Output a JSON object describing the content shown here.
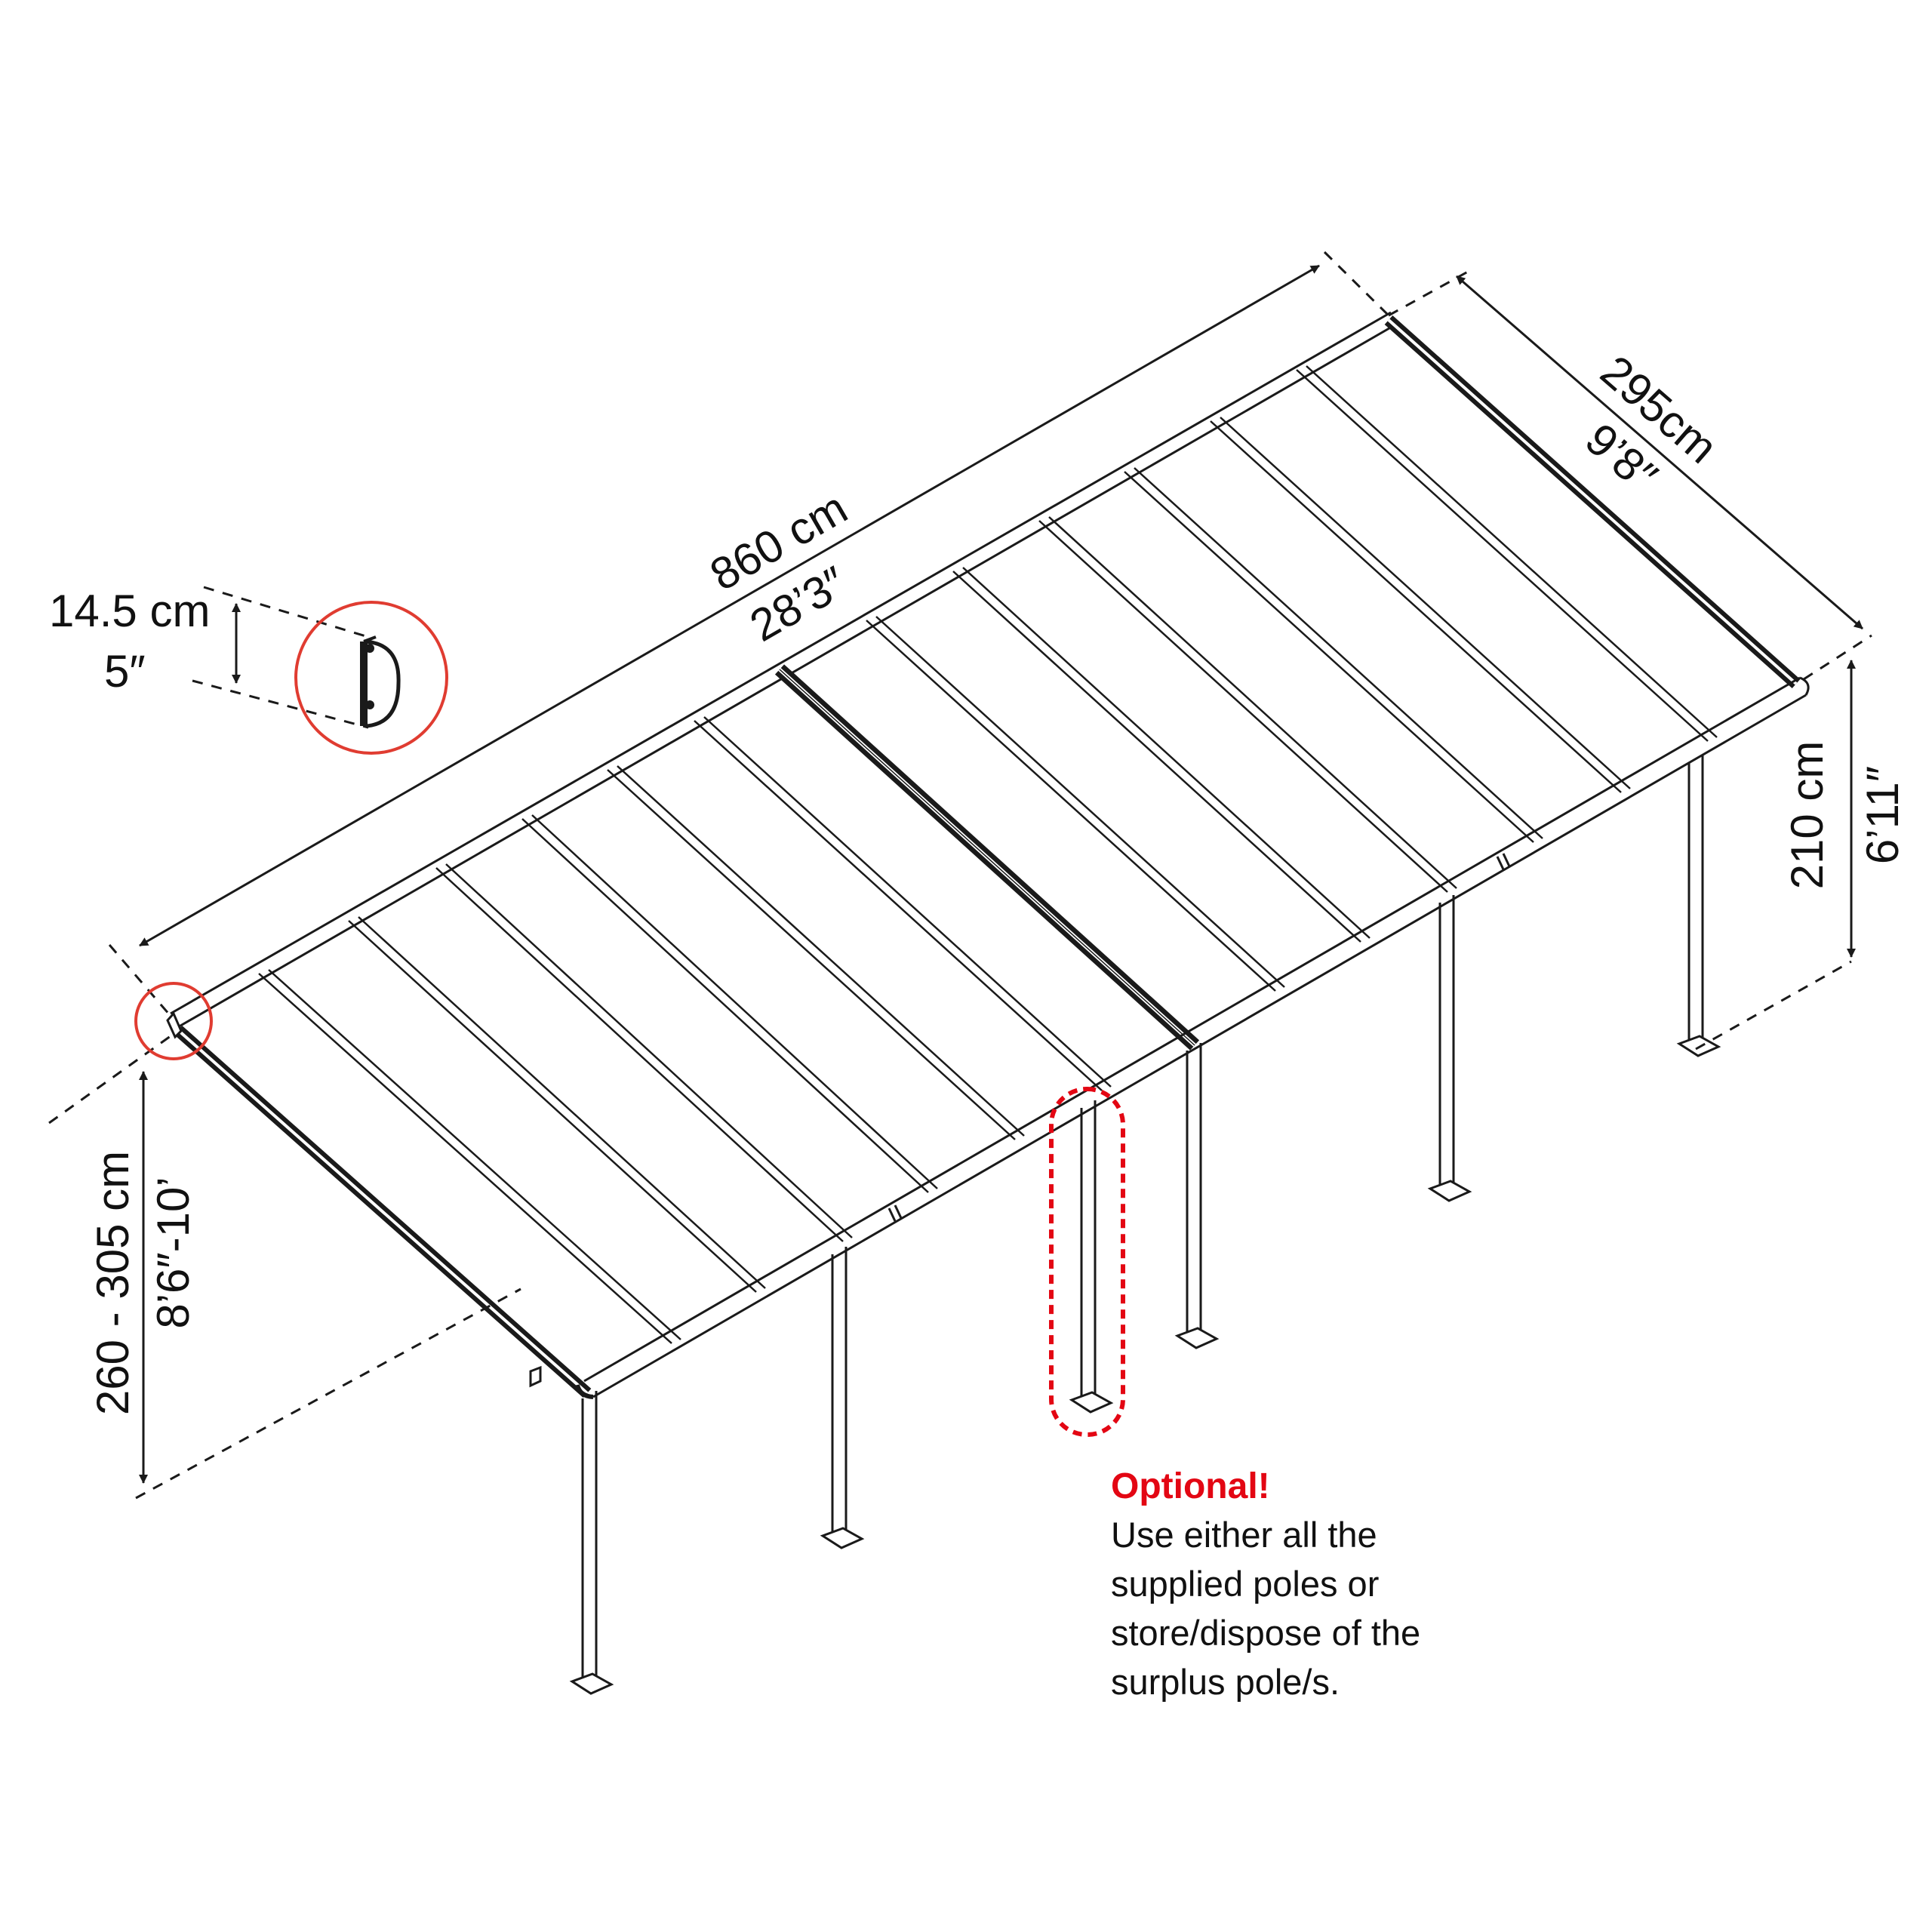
{
  "dimensions": {
    "length_cm": "860 cm",
    "length_ft": "28’3″",
    "width_cm": "295cm",
    "width_ft": "9’8″",
    "back_height_cm": "210 cm",
    "back_height_ft": "6’11″",
    "front_height_cm": "260 - 305 cm",
    "front_height_ft": "8’6″-10’",
    "gutter_height_cm": "14.5 cm",
    "gutter_height_in": "5″"
  },
  "note": {
    "title": "Optional!",
    "lines": [
      "Use either all the",
      "supplied poles or",
      "store/dispose of the",
      "surplus pole/s."
    ]
  },
  "colors": {
    "line": "#1a1a1a",
    "highlight": "#e03c31",
    "optional": "#e30613"
  }
}
